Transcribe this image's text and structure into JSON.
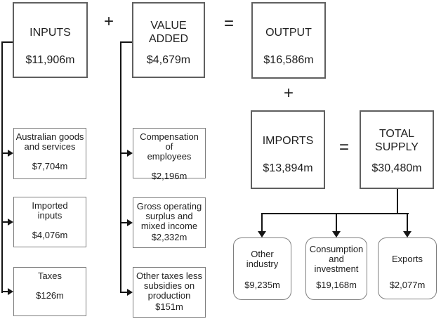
{
  "diagram": {
    "inputs": {
      "title": "INPUTS",
      "value": "$11,906m"
    },
    "value_added": {
      "title": "VALUE\nADDED",
      "value": "$4,679m"
    },
    "output": {
      "title": "OUTPUT",
      "value": "$16,586m"
    },
    "imports": {
      "title": "IMPORTS",
      "value": "$13,894m"
    },
    "total_supply": {
      "title": "TOTAL\nSUPPLY",
      "value": "$30,480m"
    },
    "operators": {
      "plus_top": "+",
      "equals_top": "=",
      "plus_right": "+",
      "equals_right": "="
    },
    "inputs_components": [
      {
        "title": "Australian goods\nand services",
        "value": "$7,704m"
      },
      {
        "title": "Imported\ninputs",
        "value": "$4,076m"
      },
      {
        "title": "Taxes",
        "value": "$126m"
      }
    ],
    "value_added_components": [
      {
        "title": "Compensation of\nemployees",
        "value": "$2,196m"
      },
      {
        "title": "Gross operating\nsurplus and\nmixed income",
        "value": "$2,332m"
      },
      {
        "title": "Other taxes less\nsubsidies on\nproduction",
        "value": "$151m"
      }
    ],
    "supply_destinations": [
      {
        "title": "Other\nindustry",
        "value": "$9,235m"
      },
      {
        "title": "Consumption\nand\ninvestment",
        "value": "$19,168m"
      },
      {
        "title": "Exports",
        "value": "$2,077m"
      }
    ]
  },
  "colors": {
    "line": "#141414",
    "large_box_border": "#5f5f5f",
    "small_box_border": "#7e7e7e",
    "text": "#1f1f1f",
    "background": "#ffffff"
  }
}
